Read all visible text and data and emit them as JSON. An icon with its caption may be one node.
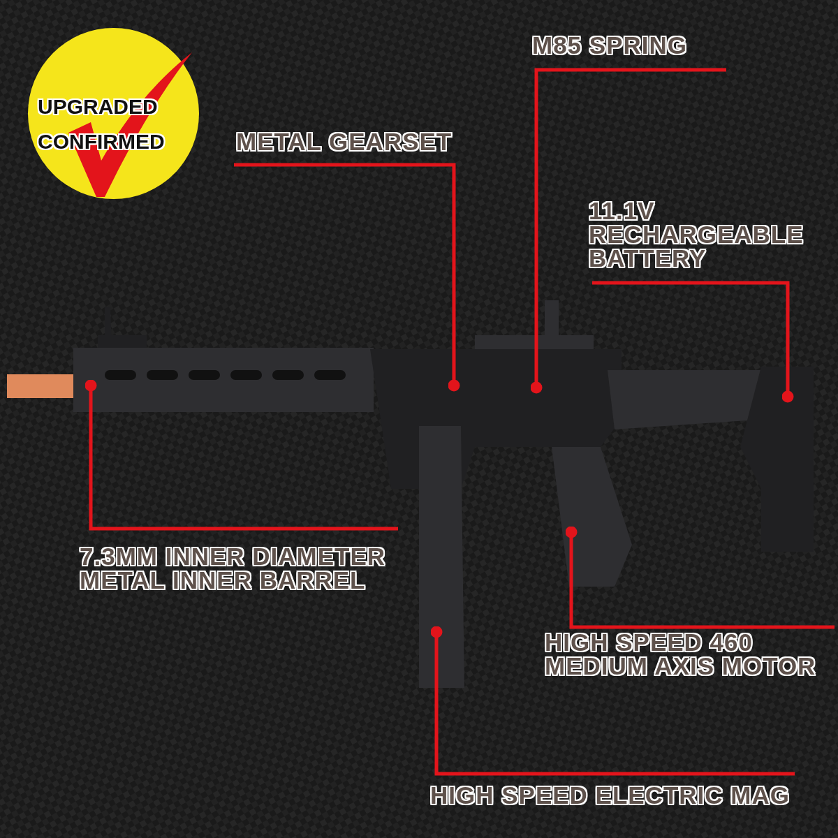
{
  "diagram": {
    "nodes": [
      {
        "text": [
          "UPGRADED CONFIRMED"
        ]
      },
      {
        "text": [
          "M85 SPRING"
        ]
      },
      {
        "text": [
          "METAL GEARSET"
        ]
      },
      {
        "text": [
          "11.1V RECHARGEABLE BATTERY"
        ]
      },
      {
        "text": [
          "7.3MM INNER DIAMETER METAL INNER BARREL"
        ]
      },
      {
        "text": [
          "HIGH SPEED 460 MEDIUM AXIS MOTOR"
        ]
      },
      {
        "text": [
          "HIGH SPEED ELECTRIC MAG"
        ]
      }
    ],
    "edges": [
      {
        "from": 1,
        "to": null,
        "arrow": "other"
      },
      {
        "from": 2,
        "to": null,
        "arrow": "other"
      },
      {
        "from": 3,
        "to": null,
        "arrow": "other"
      },
      {
        "from": 4,
        "to": null,
        "arrow": "other"
      },
      {
        "from": 5,
        "to": null,
        "arrow": "other"
      },
      {
        "from": 6,
        "to": null,
        "arrow": "other"
      }
    ]
  }
}
